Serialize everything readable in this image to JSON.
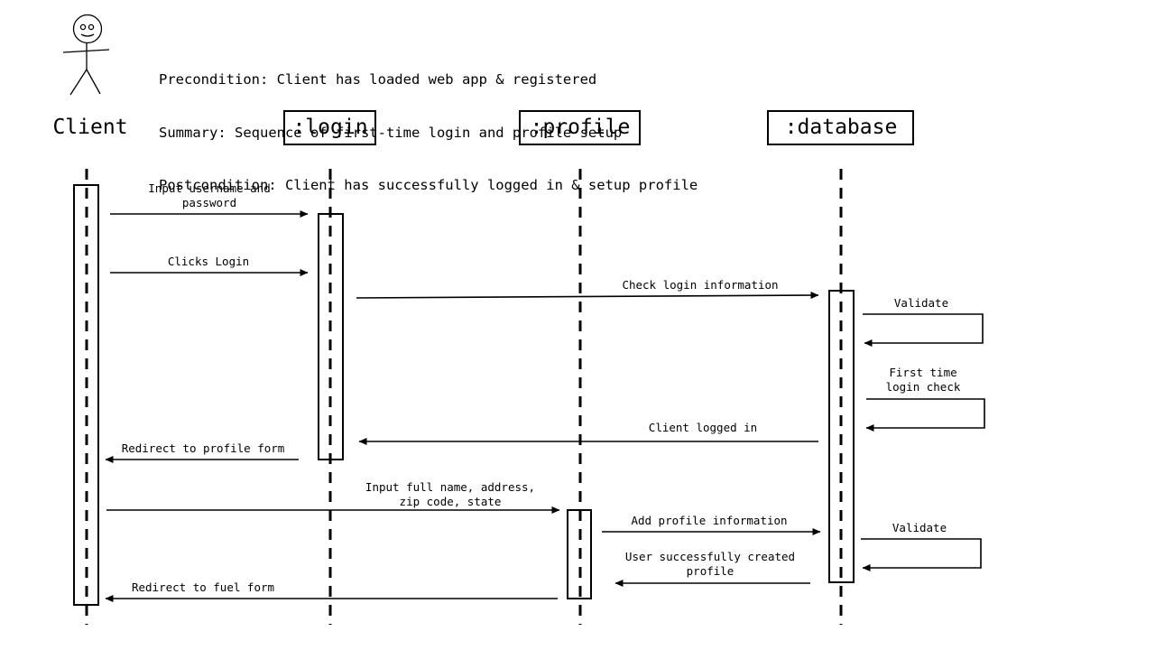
{
  "notes": {
    "precondition": "Precondition: Client has loaded web app & registered",
    "summary": "Summary: Sequence of first-time login and profile setup",
    "postcondition": "Postcondition: Client has successfully logged in & setup profile"
  },
  "participants": {
    "client": "Client",
    "login": ":login",
    "profile": ":profile",
    "database": ":database"
  },
  "messages": {
    "input_credentials": "Input username and\npassword",
    "clicks_login": "Clicks Login",
    "check_login": "Check login information",
    "validate_1": "Validate",
    "first_time_check": "First time\nlogin check",
    "client_logged_in": "Client logged in",
    "redirect_profile": "Redirect to profile form",
    "input_profile": "Input full name, address,\nzip code, state",
    "add_profile": "Add profile information",
    "validate_2": "Validate",
    "profile_created": "User successfully created\nprofile",
    "redirect_fuel": "Redirect to fuel form"
  }
}
